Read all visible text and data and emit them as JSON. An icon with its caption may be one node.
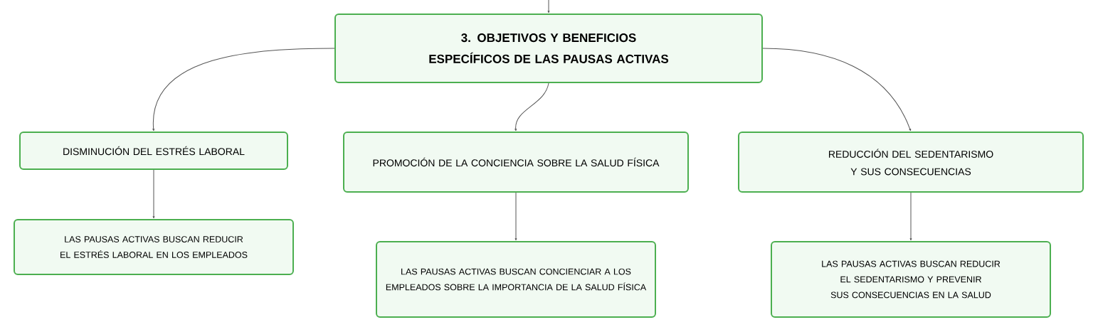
{
  "diagram": {
    "nodes": [
      {
        "text": [
          "3. OBJETIVOS Y BENEFICIOS ESPECÍFICOS DE LAS PAUSAS ACTIVAS"
        ]
      },
      {
        "text": [
          "DISMINUCIÓN DEL ESTRÉS LABORAL"
        ]
      },
      {
        "text": [
          "PROMOCIÓN DE LA CONCIENCIA SOBRE LA SALUD FÍSICA"
        ]
      },
      {
        "text": [
          "REDUCCIÓN DEL SEDENTARISMO Y SUS CONSECUENCIAS"
        ]
      },
      {
        "text": [
          "LAS PAUSAS ACTIVAS BUSCAN REDUCIR EL ESTRÉS LABORAL EN LOS EMPLEADOS"
        ]
      },
      {
        "text": [
          "LAS PAUSAS ACTIVAS BUSCAN CONCIENCIAR A LOS EMPLEADOS SOBRE LA IMPORTANCIA DE LA SALUD FÍSICA"
        ]
      },
      {
        "text": [
          "LAS PAUSAS ACTIVAS BUSCAN REDUCIR EL SEDENTARISMO Y PREVENIR SUS CONSECUENCIAS EN LA SALUD"
        ]
      }
    ],
    "edges": [
      {
        "from": null,
        "to": 0,
        "arrow": "to"
      },
      {
        "from": 0,
        "to": 1,
        "arrow": "to"
      },
      {
        "from": 0,
        "to": 2,
        "arrow": "to"
      },
      {
        "from": 0,
        "to": 3,
        "arrow": "to"
      },
      {
        "from": 1,
        "to": 4,
        "arrow": "to"
      },
      {
        "from": 2,
        "to": 5,
        "arrow": "to"
      },
      {
        "from": 3,
        "to": 6,
        "arrow": "to"
      }
    ]
  }
}
